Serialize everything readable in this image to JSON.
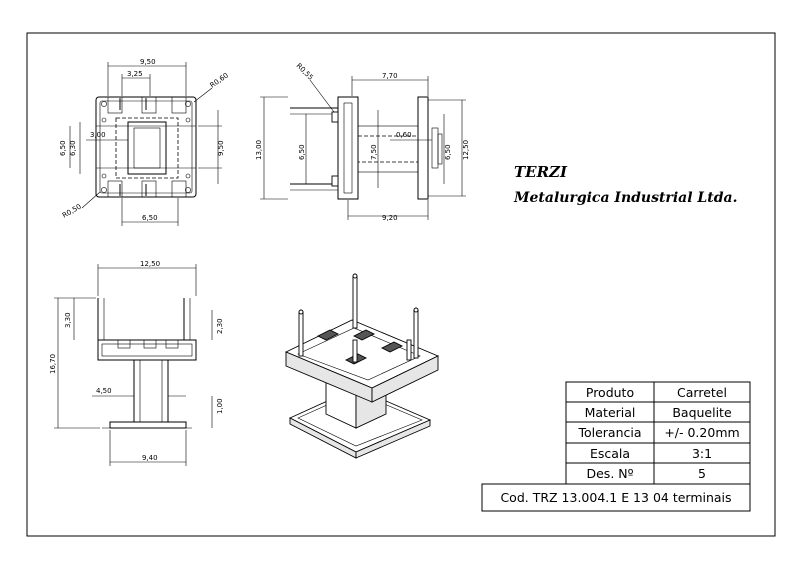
{
  "company": {
    "name": "TERZI",
    "subtitle": "Metalurgica Industrial Ltda."
  },
  "title_block": {
    "rows": [
      {
        "label": "Produto",
        "value": "Carretel"
      },
      {
        "label": "Material",
        "value": "Baquelite"
      },
      {
        "label": "Tolerancia",
        "value": "+/- 0.20mm"
      },
      {
        "label": "Escala",
        "value": "3:1"
      },
      {
        "label": "Des. Nº",
        "value": "5"
      }
    ],
    "code": "Cod. TRZ 13.004.1 E 13 04 terminais"
  },
  "dimensions": {
    "top_width": "9,50",
    "top_inner": "3,25",
    "top_radius": "R0,60",
    "top_left_outer": "6,50",
    "top_left_inner": "6,30",
    "top_center": "3,00",
    "top_right": "9,50",
    "top_bottom_radius": "R0,50",
    "top_bottom": "6,50",
    "side_width": "7,70",
    "side_radius": "R0,55",
    "side_height": "13,00",
    "side_inner_left": "6,50",
    "side_inner_mid": "7,50",
    "side_gap": "0,60",
    "side_inner_right": "6,50",
    "side_outer_right": "12,50",
    "side_bottom": "9,20",
    "front_width": "12,50",
    "front_pin_left": "3,30",
    "front_pin_right": "2,30",
    "front_height": "16,70",
    "front_core": "4,50",
    "front_base_h": "1,00",
    "front_base_w": "9,40"
  }
}
